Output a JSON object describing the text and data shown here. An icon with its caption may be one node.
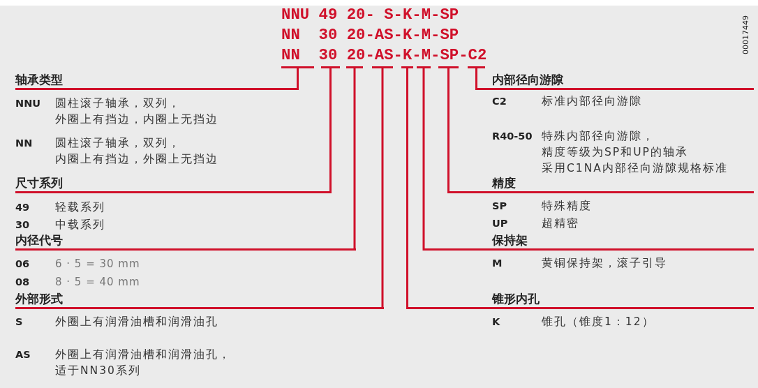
{
  "diagram": {
    "nodes": [
      {
        "text": [],
        "shape": "bar"
      },
      {
        "text": [],
        "shape": "bar"
      },
      {
        "text": [],
        "shape": "bar"
      },
      {
        "text": [],
        "shape": "bar"
      },
      {
        "text": [],
        "shape": "bar"
      },
      {
        "text": [],
        "shape": "bar"
      },
      {
        "text": [],
        "shape": "bar"
      },
      {
        "text": [],
        "shape": "bar"
      },
      {
        "text": [
          "轴承类型"
        ]
      },
      {
        "text": [
          "内部径向游隙"
        ]
      },
      {
        "text": [
          "尺寸系列"
        ]
      },
      {
        "text": [
          "精度"
        ]
      },
      {
        "text": [
          "内径代号"
        ]
      },
      {
        "text": [
          "保持架"
        ]
      },
      {
        "text": [
          "外部形式"
        ]
      },
      {
        "text": [
          "锥形内孔"
        ]
      }
    ],
    "edges": [
      {
        "from": 8,
        "to": 0,
        "arrow": "none"
      },
      {
        "from": 9,
        "to": 7,
        "arrow": "none"
      },
      {
        "from": 10,
        "to": 1,
        "arrow": "none"
      },
      {
        "from": 11,
        "to": 6,
        "arrow": "none"
      },
      {
        "from": 12,
        "to": 2,
        "arrow": "none"
      },
      {
        "from": 13,
        "to": 5,
        "arrow": "none"
      },
      {
        "from": 14,
        "to": 3,
        "arrow": "none"
      },
      {
        "from": 15,
        "to": 4,
        "arrow": "none"
      }
    ],
    "labels": [
      "NNU",
      "49",
      "20-",
      "S-K-M-SP",
      "NN",
      "30",
      "20-AS-K-M-SP",
      "NN",
      "30",
      "20-AS-K-M-SP-C2",
      "00017449",
      "NNU",
      "圆柱滚子轴承，双列，外圈上有挡边，内圈上无挡边",
      "NN",
      "圆柱滚子轴承，双列，内圈上有挡边，外圈上无挡边",
      "49",
      "轻载系列",
      "30",
      "中载系列",
      "06",
      "6 · 5 = 30 mm",
      "08",
      "8 · 5 = 40 mm",
      "S",
      "外圈上有润滑油槽和润滑油孔",
      "AS",
      "外圈上有润滑油槽和润滑油孔，适于NN30系列",
      "C2",
      "标准内部径向游隙",
      "R40-50",
      "特殊内部径向游隙，精度等级为SP和UP的轴承采用C1NA内部径向游隙规格标准",
      "SP",
      "特殊精度",
      "UP",
      "超精密",
      "M",
      "黄铜保持架，滚子引导",
      "K",
      "锥孔（锥度1：12）"
    ]
  }
}
